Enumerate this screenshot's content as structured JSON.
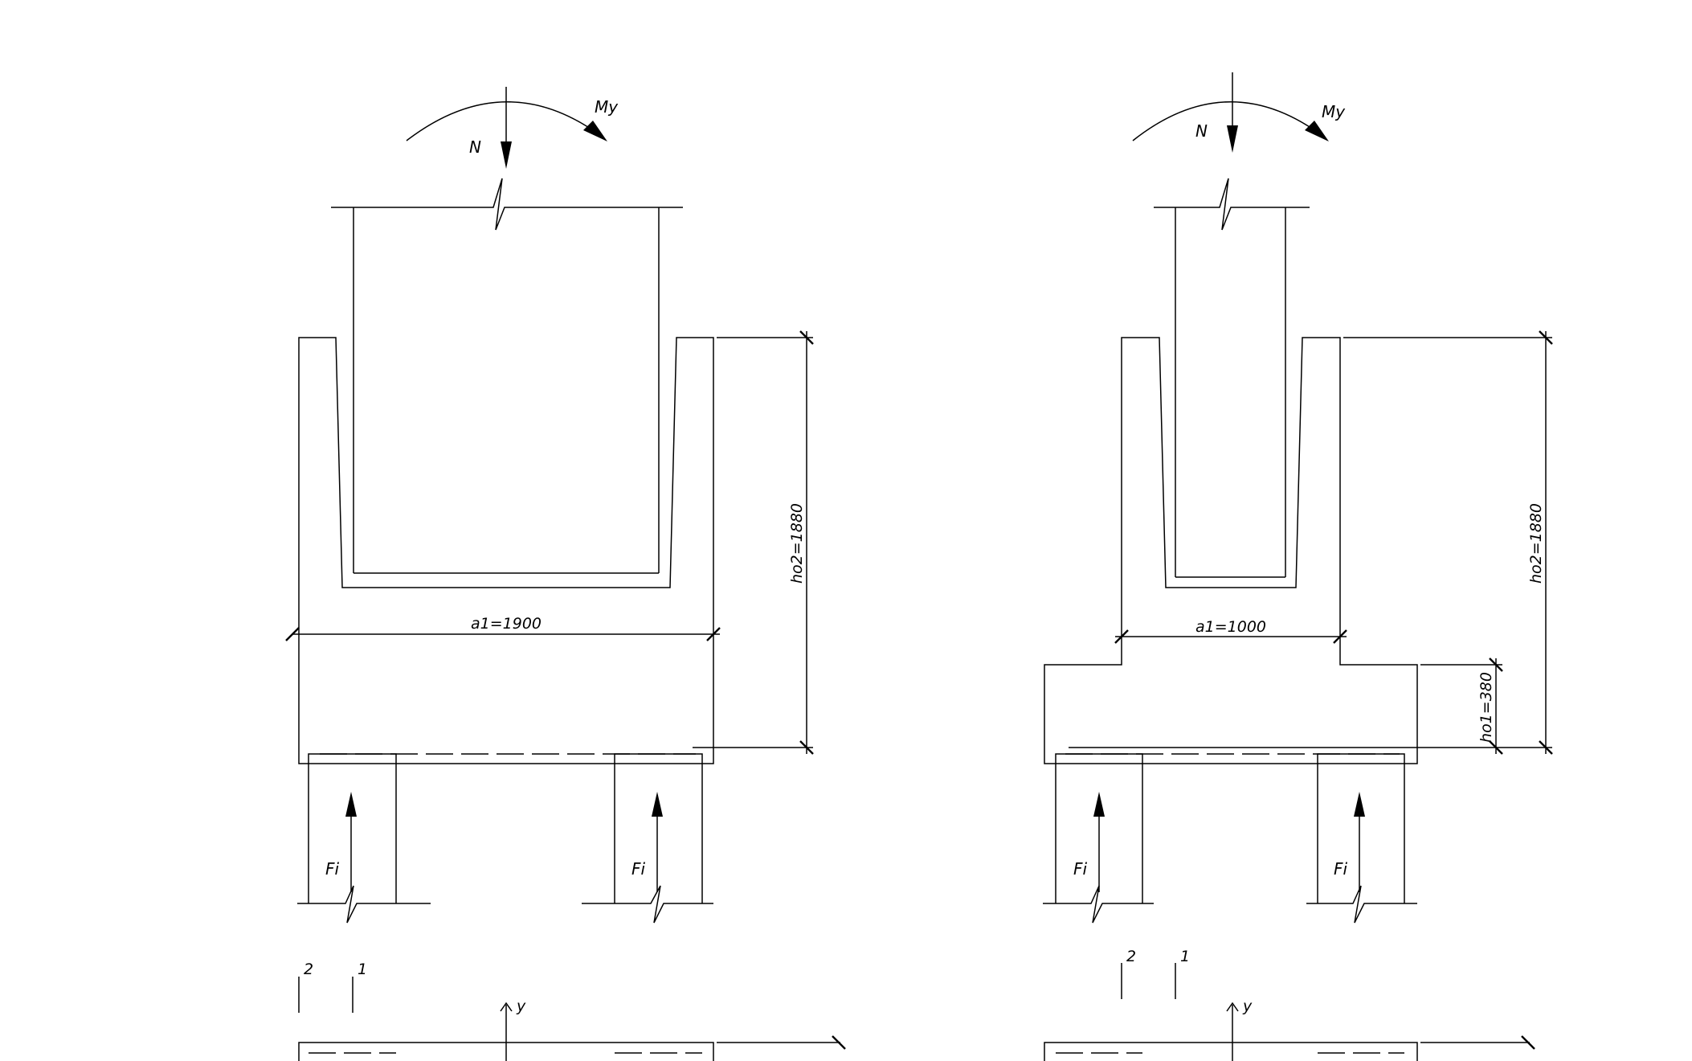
{
  "drawing": {
    "left": {
      "moment_label": "My",
      "axial_label": "N",
      "width_dim": "a1=1900",
      "height_dim": "ho2=1880",
      "pile_force_left": "Fi",
      "pile_force_right": "Fi",
      "section_2": "2",
      "section_1": "1",
      "axis_y": "y"
    },
    "right": {
      "moment_label": "My",
      "axial_label": "N",
      "width_dim": "a1=1000",
      "height_dim": "ho2=1880",
      "step_dim": "ho1=380",
      "pile_force_left": "Fi",
      "pile_force_right": "Fi",
      "section_2": "2",
      "section_1": "1",
      "axis_y": "y"
    }
  }
}
